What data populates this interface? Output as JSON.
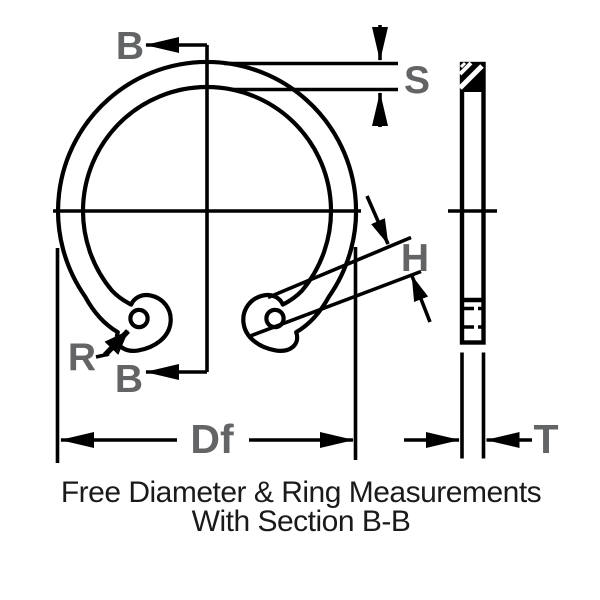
{
  "diagram": {
    "labels": {
      "section_top": "B",
      "section_bottom": "B",
      "thickness_radial": "S",
      "lug_height": "H",
      "hole_radius": "R",
      "free_diameter": "Df",
      "thickness_axial": "T"
    },
    "caption": {
      "line1": "Free Diameter & Ring Measurements",
      "line2": "With Section B-B"
    },
    "colors": {
      "line": "#000000",
      "label": "#636466",
      "caption": "#1a1a1a",
      "background": "#ffffff"
    }
  }
}
